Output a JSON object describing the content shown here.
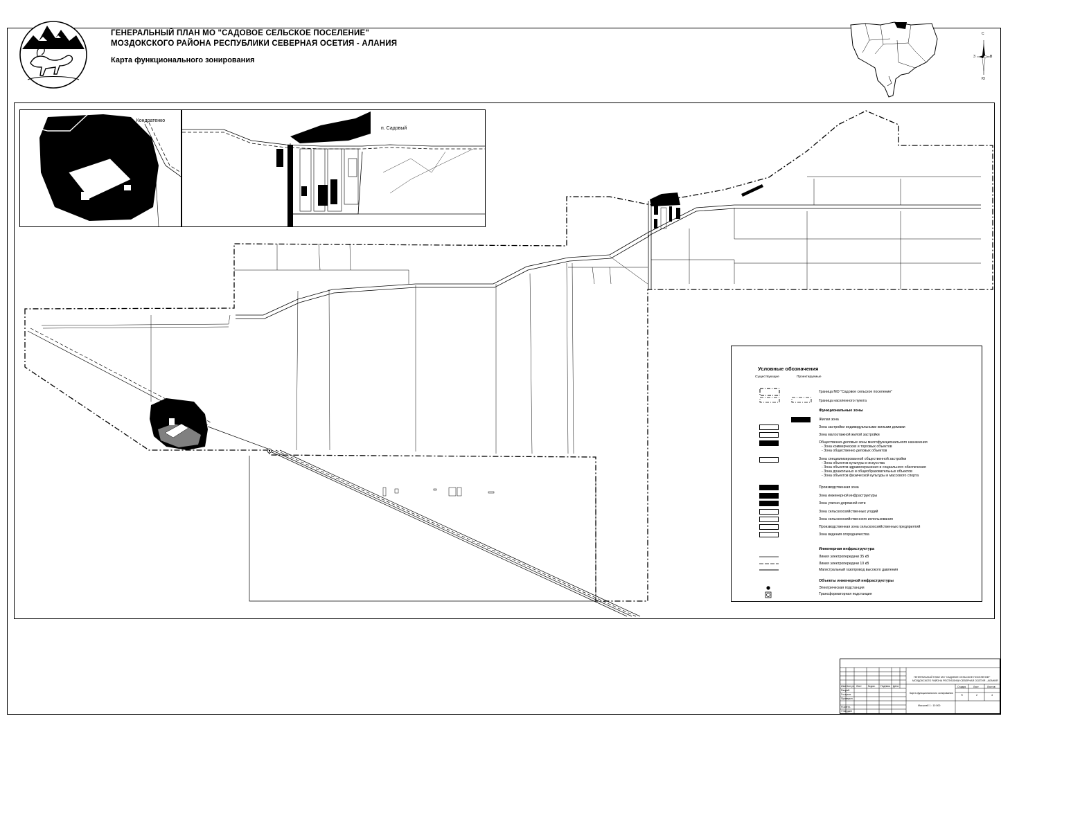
{
  "header": {
    "title_line1": "ГЕНЕРАЛЬНЫЙ ПЛАН МО \"САДОВОЕ СЕЛЬСКОЕ ПОСЕЛЕНИЕ\"",
    "title_line2": "МОЗДОКСКОГО РАЙОНА РЕСПУБЛИКИ СЕВЕРНАЯ ОСЕТИЯ - АЛАНИЯ",
    "subtitle": "Карта функционального зонирования"
  },
  "compass": {
    "n": "С",
    "s": "Ю",
    "w": "З",
    "e": "В"
  },
  "insets": {
    "kondratenko": "п. Кондратенко",
    "sadovyy": "п. Садовый"
  },
  "legend": {
    "title": "Условные обозначения",
    "col_existing": "Существующие",
    "col_planned": "Проектируемые",
    "boundary_mo": "Граница МО \"Садовое сельское поселение\"",
    "boundary_settlement": "Граница населенного пункта",
    "section_zones": "Функциональные зоны",
    "residential": "Жилая зона",
    "individual_houses": "Зона застройки индивидуальными жилыми домами",
    "low_rise": "Зона малоэтажной жилой застройки",
    "public_business": "Общественно-деловые зоны многофункционального назначения",
    "public_business_sub1": "- Зона коммерческих и торговых объектов",
    "public_business_sub2": "- Зона общественно деловых объектов",
    "special_public": "Зона специализированной общественной застройки",
    "special_sub1": "- Зона объектов культуры и искусства",
    "special_sub2": "- Зона объектов здравоохранения и социального обеспечения",
    "special_sub3": "- Зона дошкольных и общеобразовательных объектов",
    "special_sub4": "- Зона объектов физической культуры и массового спорта",
    "production": "Производственная зона",
    "engineering_infra": "Зона инженерной инфраструктуры",
    "street_road": "Зона улично-дорожной сети",
    "agri_lands": "Зона сельскохозяйственных угодий",
    "agri_use": "Зона сельскохозяйственного использования",
    "agri_production": "Производственная зона сельскохозяйственных предприятий",
    "gardening": "Зона ведения огородничества",
    "section_engineering": "Инженерная инфраструктура",
    "power_35": "Линия электропередачи 35 кВ",
    "power_10": "Линия электропередачи 10 кВ",
    "gas_main": "Магистральный газопровод высокого давления",
    "section_objects": "Объекты инженерной инфраструктуры",
    "substation": "Электрическая подстанция",
    "transformer": "Трансформаторная подстанция"
  },
  "title_block": {
    "header_line1": "ГЕНЕРАЛЬНЫЙ ПЛАН МО \"САДОВОЕ СЕЛЬСКОЕ ПОСЕЛЕНИЕ\"",
    "header_line2": "МОЗДОКСКОГО РАЙОНА РЕСПУБЛИКИ СЕВЕРНАЯ ОСЕТИЯ - АЛАНИЯ",
    "map_name": "Карта функционального зонирования",
    "scale": "Масштаб 1 : 10 000",
    "col_change": "Изм.",
    "col_count": "Кол.уч.",
    "col_sheet": "Лист",
    "col_doc": "№док.",
    "col_sign": "Подпись",
    "col_date": "Дата",
    "role_dev": "Разраб.",
    "role_chief": "Гл.архит.",
    "role_check": "Проверил",
    "role_norm": "Н.контр.",
    "role_approve": "Утвердил",
    "stage_label": "Стадия",
    "sheet_label": "Лист",
    "sheets_label": "Листов",
    "stage_value": "П",
    "sheet_value": "2",
    "sheets_value": "4"
  }
}
